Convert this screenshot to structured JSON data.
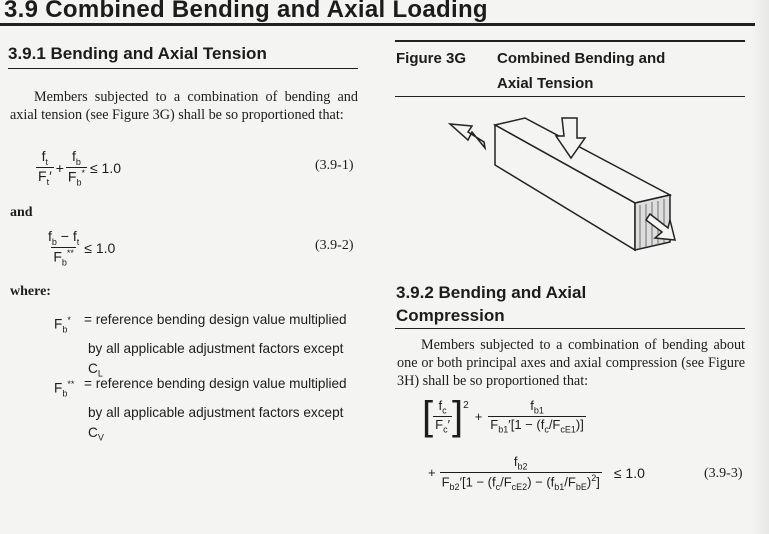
{
  "header": {
    "title": "3.9 Combined Bending and Axial Loading"
  },
  "left": {
    "section_title": "3.9.1 Bending and Axial Tension",
    "intro_paragraph": "Members subjected to a combination of bending and axial tension (see Figure 3G) shall be so proportioned that:",
    "eq1": {
      "number": "(3.9-1)",
      "rhs": "≤ 1.0"
    },
    "and_label": "and",
    "eq2": {
      "number": "(3.9-2)",
      "rhs": "≤ 1.0"
    },
    "where_label": "where:",
    "definitions": [
      {
        "line1": "= reference bending design value multiplied",
        "line2": "by all applicable adjustment factors except",
        "line3": "C",
        "sub": "L"
      },
      {
        "line1": "= reference bending design value multiplied",
        "line2": "by all applicable adjustment factors except",
        "line3": "C",
        "sub": "V"
      }
    ]
  },
  "right": {
    "figure_label": "Figure 3G",
    "figure_caption_1": "Combined Bending and",
    "figure_caption_2": "Axial Tension",
    "section2_title_1": "3.9.2 Bending and Axial",
    "section2_title_2": "Compression",
    "paragraph": "Members subjected to a combination of bending about one or both principal axes and axial compression (see Figure 3H) shall be so proportioned that:",
    "eq3": {
      "number": "(3.9-3)",
      "rhs": "≤ 1.0"
    }
  }
}
